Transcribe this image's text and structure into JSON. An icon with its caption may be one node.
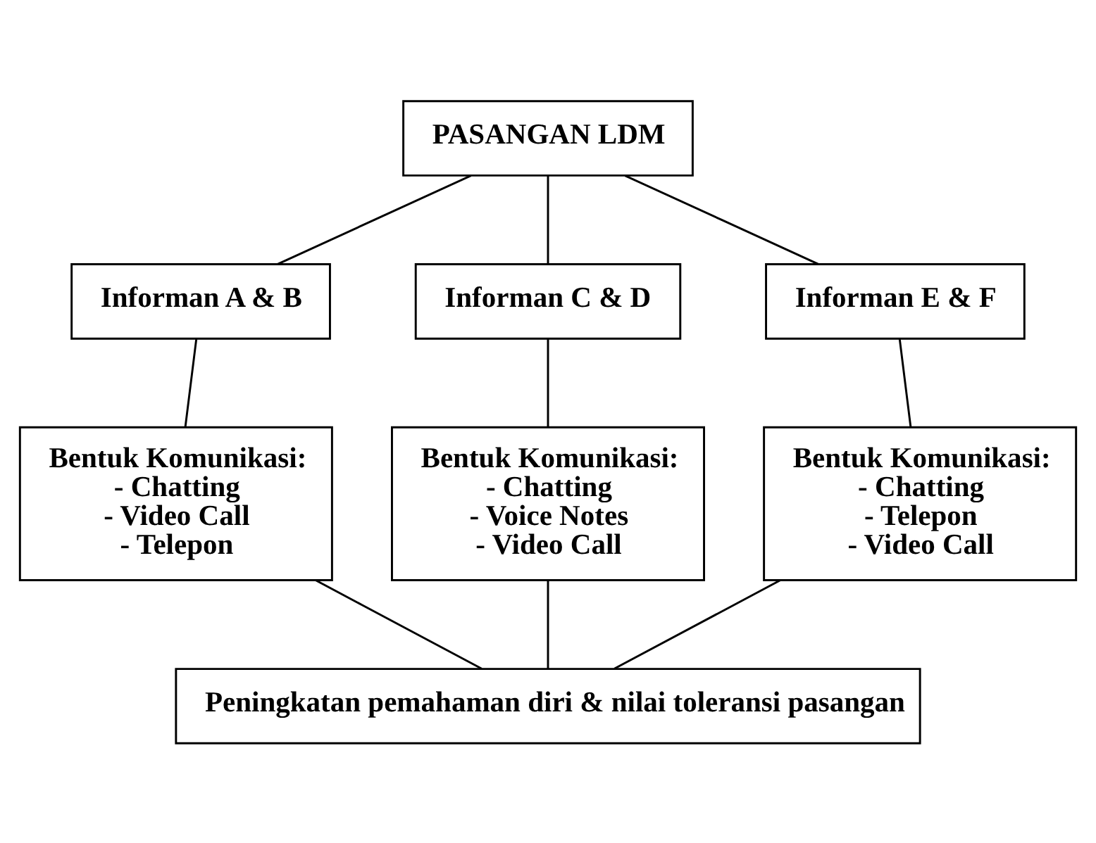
{
  "diagram": {
    "nodes": [
      {
        "text": [
          "PASANGAN LDM"
        ]
      },
      {
        "text": [
          "Informan A & B"
        ]
      },
      {
        "text": [
          "Informan C & D"
        ]
      },
      {
        "text": [
          "Informan E & F"
        ]
      },
      {
        "text": [
          "Bentuk Komunikasi:",
          "- Chatting",
          "- Video Call",
          "- Telepon"
        ]
      },
      {
        "text": [
          "Bentuk Komunikasi:",
          "- Chatting",
          "- Voice Notes",
          "- Video Call"
        ]
      },
      {
        "text": [
          "Bentuk Komunikasi:",
          "- Chatting",
          "- Telepon",
          "- Video Call"
        ]
      },
      {
        "text": [
          "Peningkatan pemahaman diri & nilai toleransi pasangan"
        ]
      }
    ],
    "edges": [
      {
        "from": 0,
        "to": 1,
        "arrow": "none"
      },
      {
        "from": 0,
        "to": 2,
        "arrow": "none"
      },
      {
        "from": 0,
        "to": 3,
        "arrow": "none"
      },
      {
        "from": 1,
        "to": 4,
        "arrow": "none"
      },
      {
        "from": 2,
        "to": 5,
        "arrow": "none"
      },
      {
        "from": 3,
        "to": 6,
        "arrow": "none"
      },
      {
        "from": 4,
        "to": 7,
        "arrow": "none"
      },
      {
        "from": 5,
        "to": 7,
        "arrow": "none"
      },
      {
        "from": 6,
        "to": 7,
        "arrow": "none"
      }
    ]
  }
}
